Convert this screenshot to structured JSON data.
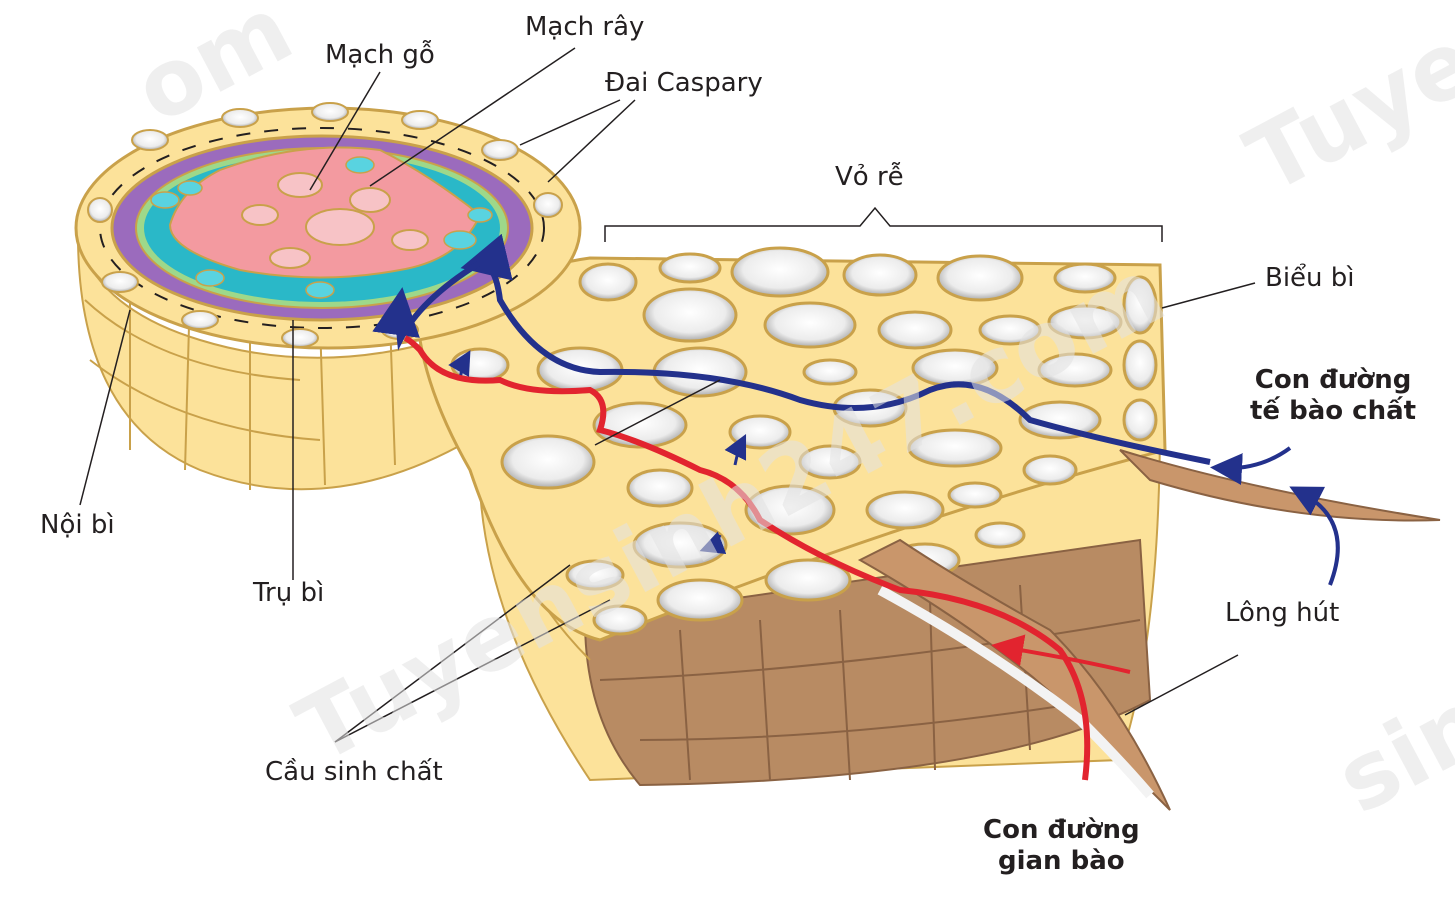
{
  "labels": {
    "phloem": "Mạch rây",
    "xylem": "Mạch gỗ",
    "casparian_strip": "Đai Caspary",
    "cortex": "Vỏ rễ",
    "epidermis": "Biểu bì",
    "symplast_line1": "Con đường",
    "symplast_line2": "tế bào chất",
    "root_hair": "Lông hút",
    "endodermis": "Nội bì",
    "pericycle": "Trụ bì",
    "plasmodesmata": "Cầu sinh chất",
    "apoplast_line1": "Con đường",
    "apoplast_line2": "gian bào"
  },
  "watermarks": [
    "om",
    "Tuyen",
    "Tuyensinh247.com",
    "sinh"
  ],
  "colors": {
    "symplast_path": "#23318c",
    "apoplast_path": "#e2242f",
    "cortex_cell": "#fce29a",
    "cell_wall": "#c9a14a",
    "xylem": "#f39aa0",
    "phloem": "#2ab8c8",
    "endodermis": "#9b6bbd",
    "root_hair": "#c9966b"
  }
}
